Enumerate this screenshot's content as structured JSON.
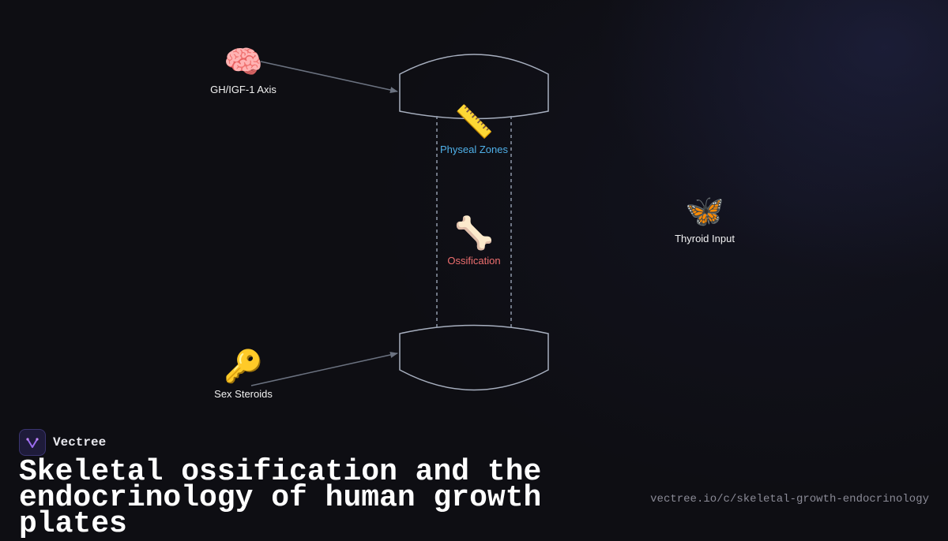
{
  "nodes": {
    "gh_igf": {
      "emoji": "🧠",
      "label": "GH/IGF-1 Axis"
    },
    "physeal": {
      "emoji": "📏",
      "label": "Physeal Zones"
    },
    "ossification": {
      "emoji": "🦴",
      "label": "Ossification"
    },
    "thyroid": {
      "emoji": "🦋",
      "label": "Thyroid Input"
    },
    "sex_steroids": {
      "emoji": "🔑",
      "label": "Sex Steroids"
    }
  },
  "colors": {
    "physeal_label": "#4fb0e8",
    "ossification_label": "#ef6f6f",
    "bone_outline": "#a7afbf",
    "arrow": "#6b7280"
  },
  "footer": {
    "brand": "Vectree",
    "title": "Skeletal ossification and the endocrinology of human growth plates",
    "url": "vectree.io/c/skeletal-growth-endocrinology"
  }
}
